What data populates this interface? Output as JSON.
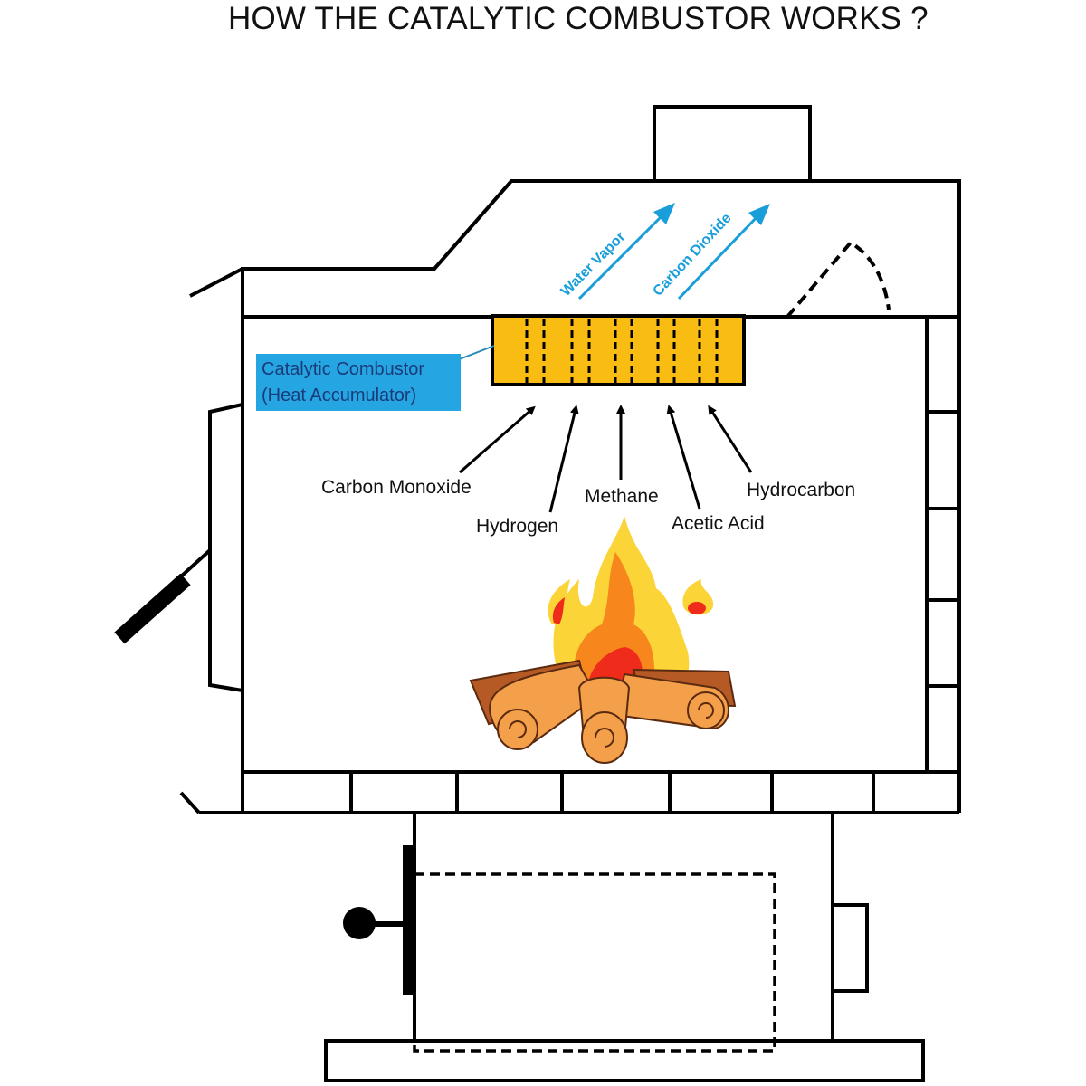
{
  "title": "HOW THE CATALYTIC COMBUSTOR WORKS ?",
  "combustor_label": {
    "line1": "Catalytic Combustor",
    "line2": "(Heat Accumulator)"
  },
  "exhaust_outputs": [
    "Water Vapor",
    "Carbon Dioxide"
  ],
  "input_gases": [
    "Carbon Monoxide",
    "Hydrogen",
    "Methane",
    "Acetic Acid",
    "Hydrocarbon"
  ],
  "colors": {
    "combustor_fill": "#f9bc12",
    "label_bg": "#25a6e2",
    "label_text": "#1a3a78",
    "exhaust_arrow": "#1a9ed9",
    "flame_outer": "#fbd437",
    "flame_mid": "#f7861c",
    "flame_core": "#ef2b1c",
    "log": "#f4a04b",
    "log_dark": "#b55a24"
  }
}
